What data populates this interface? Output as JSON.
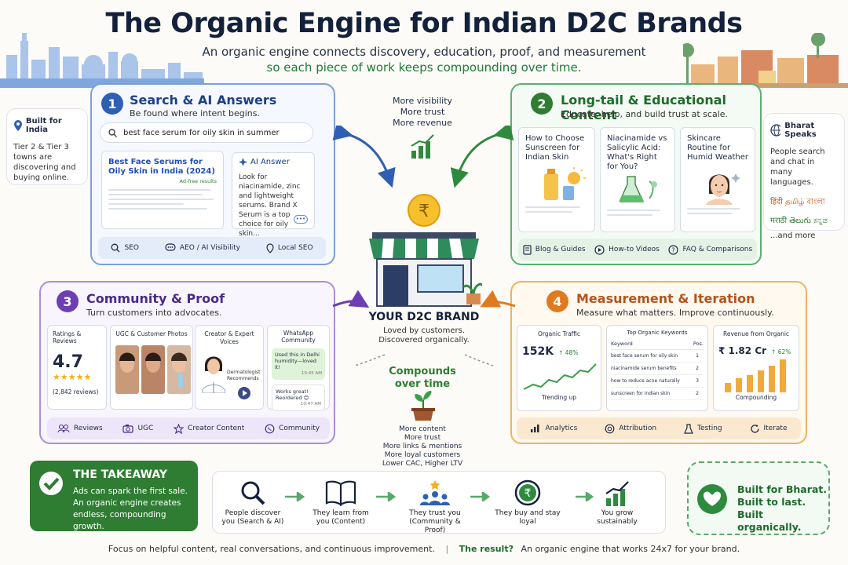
{
  "header": {
    "title": "The Organic Engine for Indian D2C Brands",
    "subtitle_1": "An organic engine connects discovery, education, proof, and measurement",
    "subtitle_2": "so each piece of work keeps compounding over time."
  },
  "india_card": {
    "title": "Built for India",
    "text": "Tier 2 & Tier 3 towns are discovering and buying online."
  },
  "bharat_card": {
    "title": "Bharat Speaks",
    "text": "People search and chat in many languages.",
    "scripts_row1": "हिंदी  தமிழ்  বাংলা",
    "scripts_row2": "मराठी  తెలుగు  ಕನ್ನಡ",
    "more": "...and more"
  },
  "center_top": {
    "l1": "More visibility",
    "l2": "More trust",
    "l3": "More revenue"
  },
  "brand": {
    "name": "YOUR D2C BRAND",
    "tag1": "Loved by customers.",
    "tag2": "Discovered organically."
  },
  "compounds": {
    "title1": "Compounds",
    "title2": "over time",
    "items": [
      "More content",
      "More trust",
      "More links & mentions",
      "More loyal customers",
      "Lower CAC, Higher LTV"
    ]
  },
  "search": {
    "num": "1",
    "title": "Search & AI Answers",
    "sub": "Be found where intent begins.",
    "query": "best face serum for oily skin in summer",
    "result_title": "Best Face Serums for Oily Skin in India (2024)",
    "result_badge": "Ad-free results",
    "ai_title": "AI Answer",
    "ai_text": "Look for niacinamide, zinc and lightweight serums. Brand X Serum is a top choice for oily skin...",
    "strip": [
      "SEO",
      "AEO / AI Visibility",
      "Local SEO"
    ]
  },
  "content": {
    "num": "2",
    "title": "Long-tail & Educational Content",
    "sub": "Educate, help, and build trust at scale.",
    "cards": [
      "How to Choose Sunscreen for Indian Skin",
      "Niacinamide vs Salicylic Acid: What's Right for You?",
      "Skincare Routine for Humid Weather"
    ],
    "strip": [
      "Blog & Guides",
      "How-to Videos",
      "FAQ & Comparisons"
    ]
  },
  "community": {
    "num": "3",
    "title": "Community & Proof",
    "sub": "Turn customers into advocates.",
    "ratings_label": "Ratings & Reviews",
    "rating": "4.7",
    "stars": "★★★★★",
    "reviews": "(2,842 reviews)",
    "ugc_label": "UGC & Customer Photos",
    "creator_label": "Creator & Expert Voices",
    "creator_badge": "Dermatologist Recommends",
    "wa_label": "WhatsApp Community",
    "msg1": "Used this in Delhi humidity—loved it!",
    "msg1_time": "10:45 AM",
    "msg2": "Works great! Reordered 😊",
    "msg2_time": "10:47 AM",
    "strip": [
      "Reviews",
      "UGC",
      "Creator Content",
      "Community"
    ]
  },
  "measure": {
    "num": "4",
    "title": "Measurement & Iteration",
    "sub": "Measure what matters. Improve continuously.",
    "traffic_label": "Organic Traffic",
    "traffic_value": "152K",
    "traffic_change": "↑ 48%",
    "traffic_foot": "Trending up",
    "kw_label": "Top Organic Keywords",
    "kw_head": [
      "Keyword",
      "Pos."
    ],
    "keywords": [
      {
        "k": "best face serum for oily skin",
        "p": "1"
      },
      {
        "k": "niacinamide serum benefits",
        "p": "2"
      },
      {
        "k": "how to reduce acne naturally",
        "p": "3"
      },
      {
        "k": "sunscreen for indian skin",
        "p": "2"
      }
    ],
    "rev_label": "Revenue from Organic",
    "rev_value": "₹ 1.82 Cr",
    "rev_change": "↑ 62%",
    "rev_foot": "Compounding",
    "strip": [
      "Analytics",
      "Attribution",
      "Testing",
      "Iterate"
    ]
  },
  "takeaway": {
    "title": "THE TAKEAWAY",
    "text": "Ads can spark the first sale. An organic engine creates endless, compounding growth."
  },
  "flow": [
    {
      "t": "People discover you (Search & AI)"
    },
    {
      "t": "They learn from you (Content)"
    },
    {
      "t": "They trust you (Community & Proof)"
    },
    {
      "t": "They buy and stay loyal"
    },
    {
      "t": "You grow sustainably"
    }
  ],
  "bharat_badge": {
    "l1": "Built for Bharat.",
    "l2": "Built to last.",
    "l3": "Built organically."
  },
  "footer": {
    "left": "Focus on helpful content, real conversations, and continuous improvement.",
    "sep": "|",
    "q": "The result?",
    "right": "An organic engine that works 24x7 for your brand."
  },
  "colors": {
    "blue": "#2f5fb3",
    "green": "#2e7d32",
    "purple": "#6b3fb3",
    "orange": "#e07a1f",
    "navy": "#14213d"
  }
}
